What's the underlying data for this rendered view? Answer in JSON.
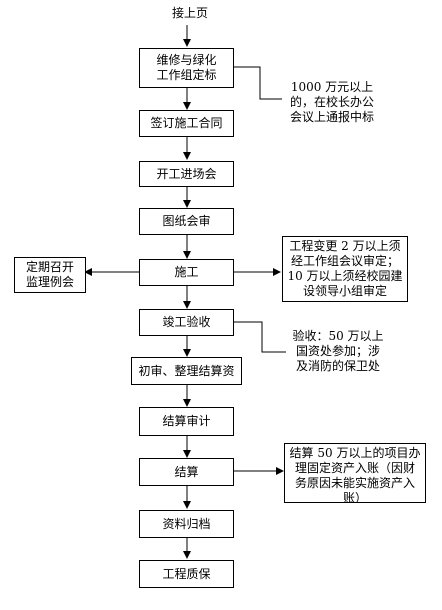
{
  "top_label": "接上页",
  "steps": [
    {
      "id": "step-maintenance-greening",
      "label": "维修与绿化\n工作组定标"
    },
    {
      "id": "step-sign-contract",
      "label": "签订施工合同"
    },
    {
      "id": "step-kickoff-meeting",
      "label": "开工进场会"
    },
    {
      "id": "step-drawing-review",
      "label": "图纸会审"
    },
    {
      "id": "step-construction",
      "label": "施工"
    },
    {
      "id": "step-completion-acceptance",
      "label": "竣工验收"
    },
    {
      "id": "step-preliminary-settlement",
      "label": "初审、整理结算资"
    },
    {
      "id": "step-settlement-audit",
      "label": "结算审计"
    },
    {
      "id": "step-settlement",
      "label": "结算"
    },
    {
      "id": "step-archive",
      "label": "资料归档"
    },
    {
      "id": "step-warranty",
      "label": "工程质保"
    }
  ],
  "notes": {
    "over_10m": "1000 万元以上\n的，在校长办公\n会议上通报中标",
    "change_orders": "工程变更 2 万以上须\n经工作组会议审定；\n10 万以上须经校园建\n设领导小组审定",
    "supervision_meetings": "定期召开\n监理例会",
    "acceptance": "验收：50 万以上\n国资处参加；涉\n及消防的保卫处",
    "fixed_assets": "结算 50 万以上的项目办\n理固定资产入账（因财\n务原因未能实施资产入\n账）"
  }
}
